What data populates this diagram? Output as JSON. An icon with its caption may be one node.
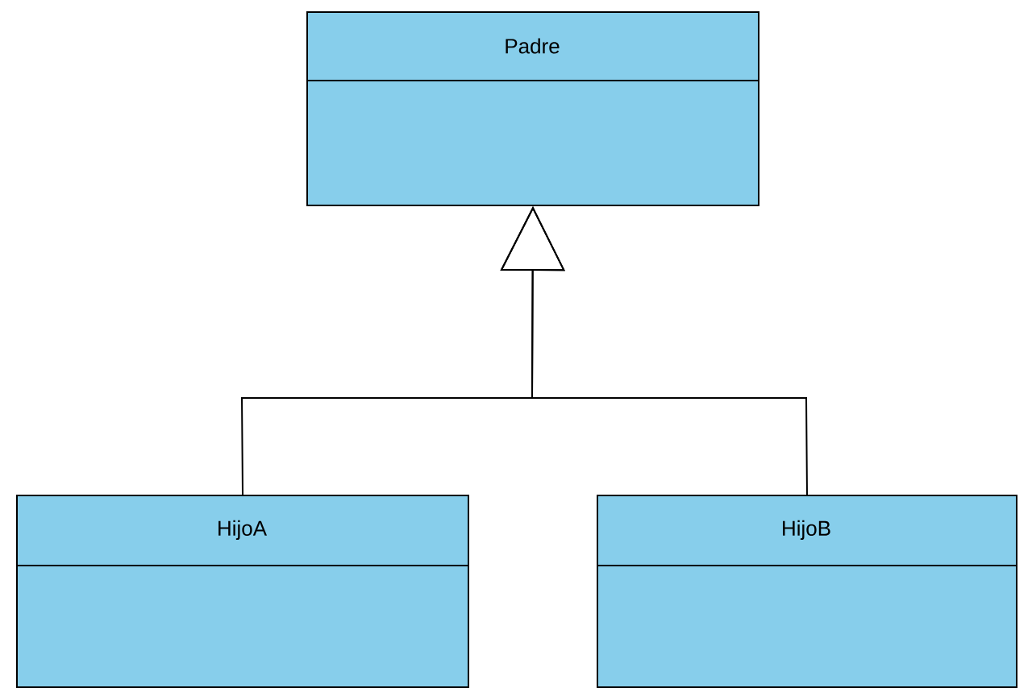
{
  "diagram": {
    "nodes": [
      {
        "text": [
          "Padre"
        ]
      },
      {
        "text": [
          "HijoA"
        ]
      },
      {
        "text": [
          "HijoB"
        ]
      }
    ],
    "edges": [
      {
        "from": 1,
        "to": 0,
        "arrow": "to"
      },
      {
        "from": 2,
        "to": 0,
        "arrow": "to"
      }
    ]
  }
}
